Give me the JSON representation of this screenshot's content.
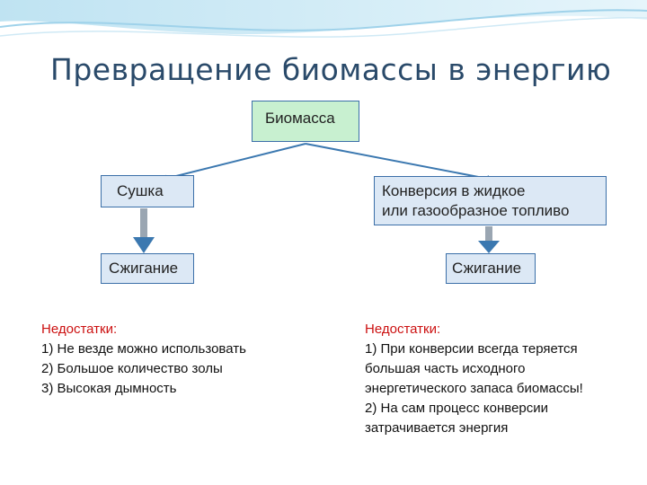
{
  "title": "Превращение биомассы в энергию",
  "nodes": {
    "biomass": "Биомасса",
    "drying": "Сушка",
    "conversion_line1": "Конверсия в жидкое",
    "conversion_line2": "или газообразное топливо",
    "burning_left": "Сжигание",
    "burning_right": "Сжигание"
  },
  "left_notes": {
    "heading": "Недостатки:",
    "items": [
      "1) Не везде можно использовать",
      "2) Большое количество золы",
      "3) Высокая дымность"
    ]
  },
  "right_notes": {
    "heading": "Недостатки:",
    "lines": [
      "1) При конверсии всегда теряется",
      "большая часть исходного",
      "энергетического запаса биомассы!",
      "2) На сам процесс конверсии",
      "затрачивается энергия"
    ]
  },
  "colors": {
    "title": "#2a4a6a",
    "box_fill": "#dce8f5",
    "root_fill": "#c8f0d0",
    "box_border": "#3b6fa8",
    "arrow": "#3b78b0",
    "accent": "#cc1111"
  }
}
